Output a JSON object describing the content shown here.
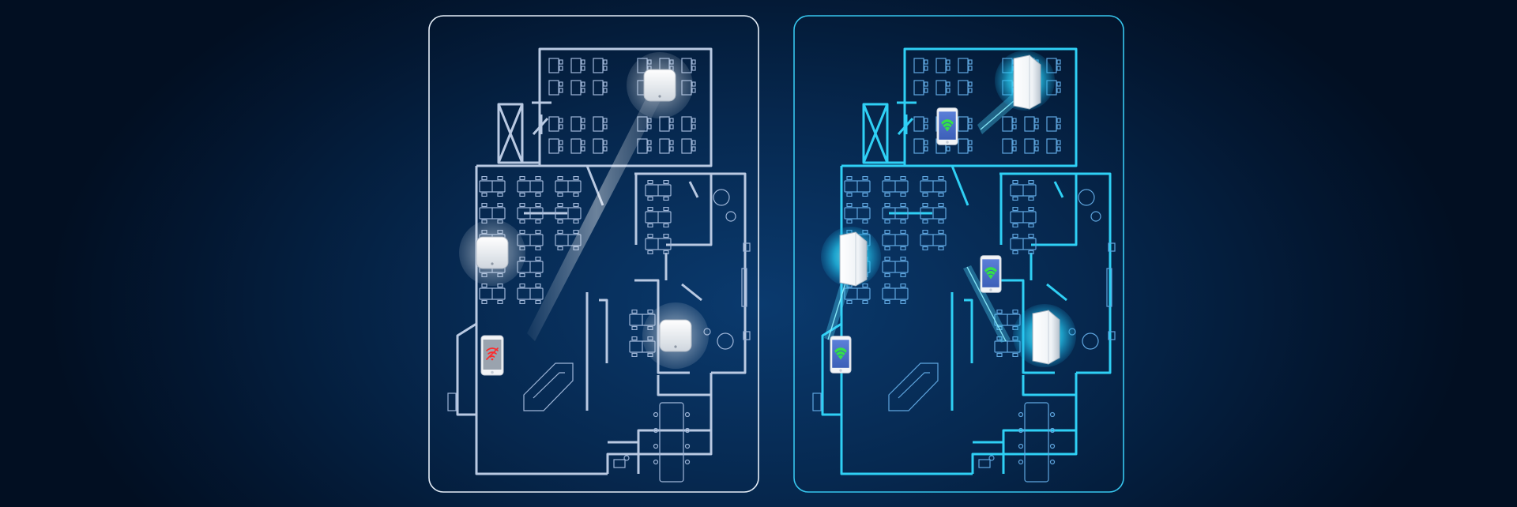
{
  "colors": {
    "background": "#031a36",
    "left_frame": "#e6eef8",
    "left_walls": "#b9c9e2",
    "left_furniture": "#9fb6d8",
    "right_frame": "#37c6ee",
    "right_walls": "#2fd0f5",
    "right_furniture": "#5fa6df",
    "signal_good": "#34e04a",
    "signal_bad": "#ff2a2a"
  },
  "panels": [
    {
      "id": "traditional",
      "access_points": [
        {
          "icon": "ceiling-access-point-icon"
        },
        {
          "icon": "ceiling-access-point-icon"
        },
        {
          "icon": "ceiling-access-point-icon"
        }
      ],
      "devices": [
        {
          "icon": "smartphone-no-signal-icon",
          "status": "no-signal"
        }
      ]
    },
    {
      "id": "mesh",
      "access_points": [
        {
          "icon": "wall-mesh-router-icon"
        },
        {
          "icon": "wall-mesh-router-icon"
        },
        {
          "icon": "wall-mesh-router-icon"
        }
      ],
      "devices": [
        {
          "icon": "smartphone-wifi-icon",
          "status": "connected"
        },
        {
          "icon": "smartphone-wifi-icon",
          "status": "connected"
        },
        {
          "icon": "smartphone-wifi-icon",
          "status": "connected"
        }
      ]
    }
  ]
}
